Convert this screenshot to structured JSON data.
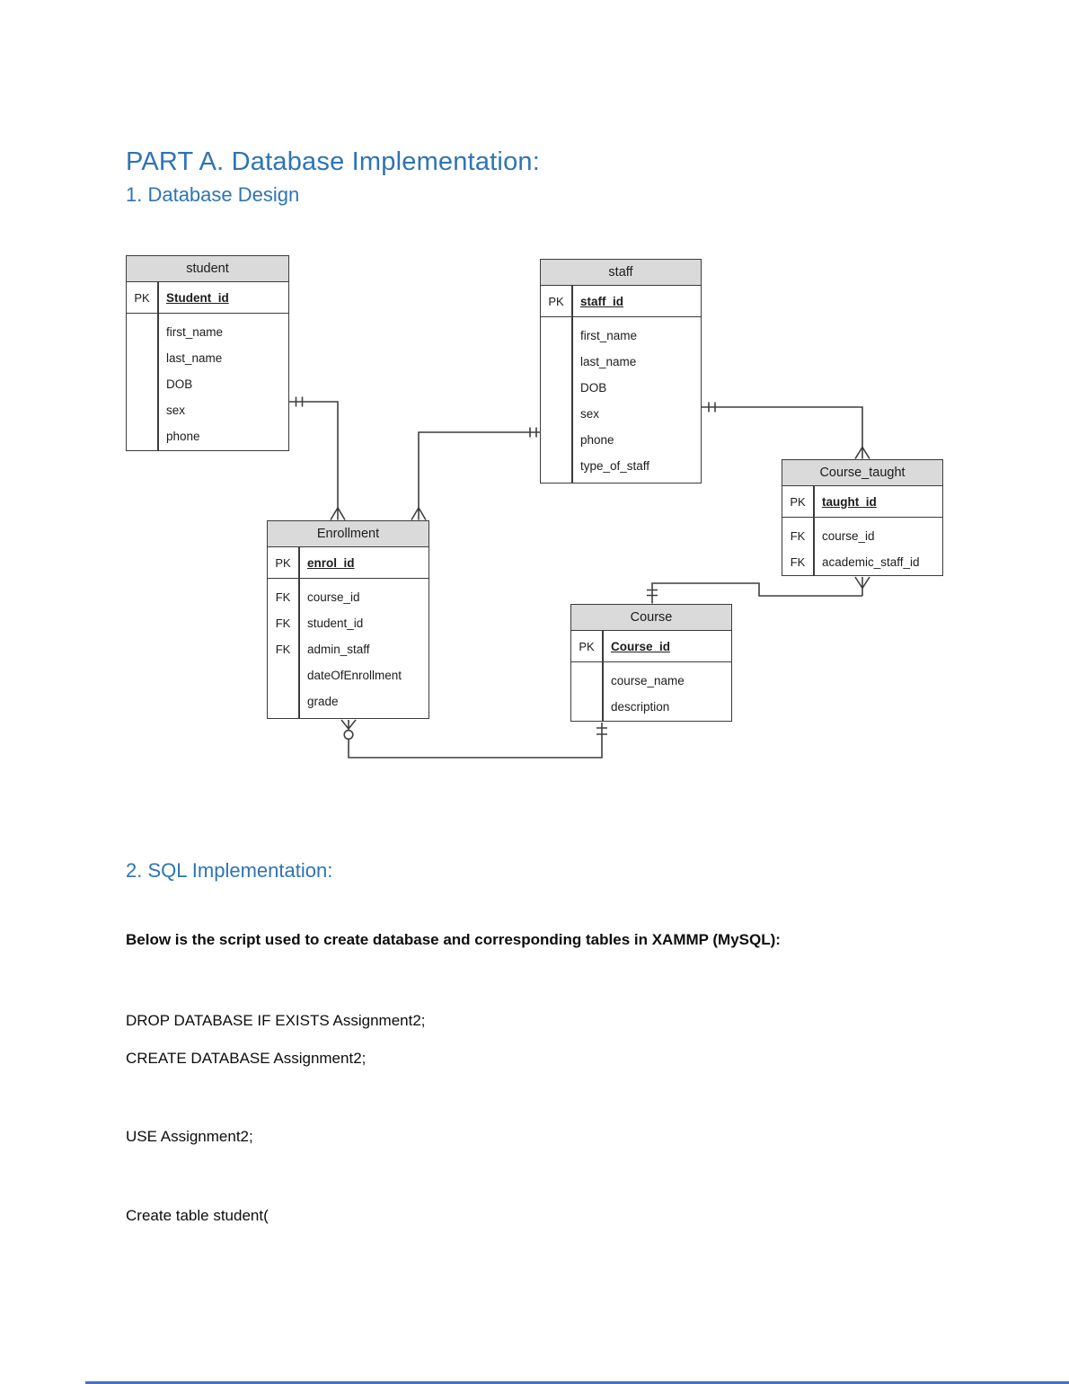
{
  "page": {
    "heading1": "PART A. Database Implementation:",
    "heading2": "1. Database Design",
    "heading3": "2. SQL Implementation:",
    "bold_intro": "Below is the script used to create database and corresponding tables in XAMMP (MySQL):",
    "sql_lines": [
      "DROP DATABASE IF EXISTS Assignment2;",
      "CREATE DATABASE Assignment2;",
      "USE Assignment2;",
      "Create table student("
    ]
  },
  "colors": {
    "heading_blue": "#2E74B5",
    "table_header_fill": "#dadada",
    "table_border": "#3b3b3b",
    "connector_line": "#3f3f3f",
    "bottom_bar_blue": "#4472C4"
  },
  "diagram": {
    "tables": {
      "student": {
        "title": "student",
        "pk": {
          "key": "PK",
          "field": "Student_id"
        },
        "rows": [
          {
            "key": "",
            "label": "first_name"
          },
          {
            "key": "",
            "label": "last_name"
          },
          {
            "key": "",
            "label": "DOB"
          },
          {
            "key": "",
            "label": "sex"
          },
          {
            "key": "",
            "label": "phone"
          }
        ]
      },
      "staff": {
        "title": "staff",
        "pk": {
          "key": "PK",
          "field": "staff_id"
        },
        "rows": [
          {
            "key": "",
            "label": "first_name"
          },
          {
            "key": "",
            "label": "last_name"
          },
          {
            "key": "",
            "label": "DOB"
          },
          {
            "key": "",
            "label": "sex"
          },
          {
            "key": "",
            "label": "phone"
          },
          {
            "key": "",
            "label": "type_of_staff"
          }
        ]
      },
      "enrollment": {
        "title": "Enrollment",
        "pk": {
          "key": "PK",
          "field": "enrol_id"
        },
        "rows": [
          {
            "key": "FK",
            "label": "course_id"
          },
          {
            "key": "FK",
            "label": "student_id"
          },
          {
            "key": "FK",
            "label": "admin_staff"
          },
          {
            "key": "",
            "label": "dateOfEnrollment"
          },
          {
            "key": "",
            "label": "grade"
          }
        ]
      },
      "course_taught": {
        "title": "Course_taught",
        "pk": {
          "key": "PK",
          "field": "taught_id"
        },
        "rows": [
          {
            "key": "FK",
            "label": "course_id"
          },
          {
            "key": "FK",
            "label": "academic_staff_id"
          }
        ]
      },
      "course": {
        "title": "Course",
        "pk": {
          "key": "PK",
          "field": "Course_id"
        },
        "rows": [
          {
            "key": "",
            "label": "course_name"
          },
          {
            "key": "",
            "label": "description"
          }
        ]
      }
    }
  }
}
